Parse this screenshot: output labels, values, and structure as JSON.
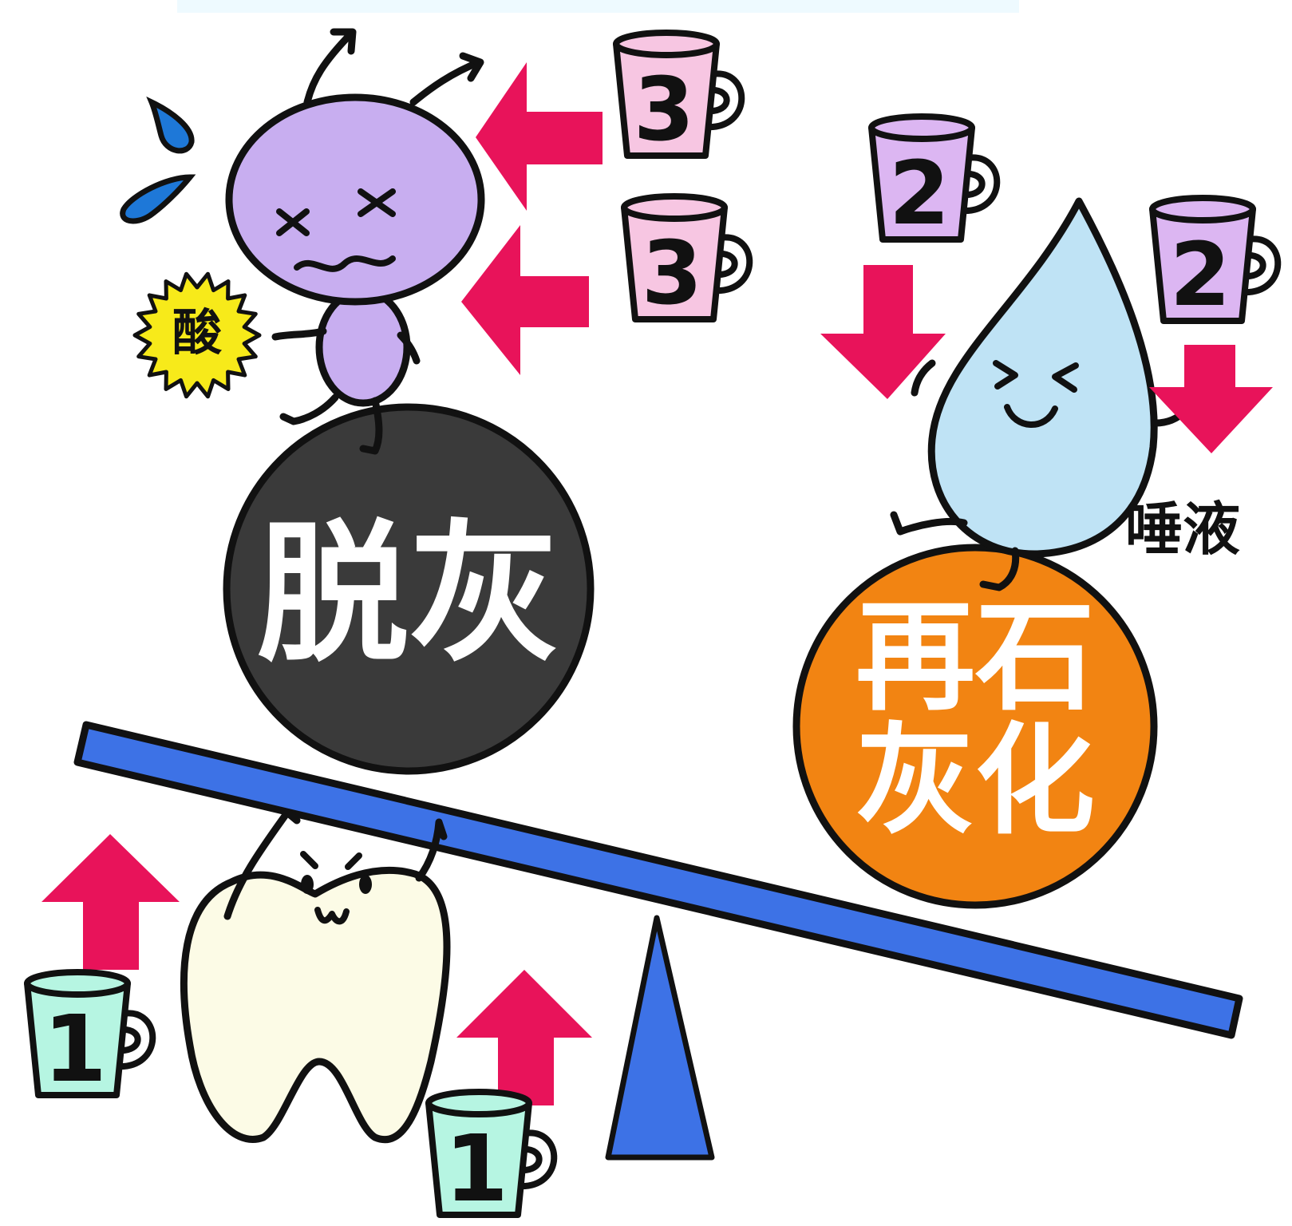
{
  "labels": {
    "demineralization": "脱灰",
    "remineralization_line1": "再石",
    "remineralization_line2": "灰化",
    "acid": "酸",
    "saliva": "唾液"
  },
  "cups": {
    "pink_top": "3",
    "pink_middle": "3",
    "purple_left": "2",
    "purple_right": "2",
    "green_left": "1",
    "green_bottom": "1"
  },
  "colors": {
    "arrow": "#e8135a",
    "seesaw": "#3d72e6",
    "demineralization_ball": "#3a3a3a",
    "remineralization_ball": "#f28412",
    "acid_character": "#c8aef0",
    "saliva_drop": "#bfe3f5",
    "tooth": "#fcfbe6",
    "cup_pink": "#f7c6e2",
    "cup_purple": "#dcb6f2",
    "cup_green": "#b6f5e2",
    "acid_badge": "#f7ea1a"
  }
}
